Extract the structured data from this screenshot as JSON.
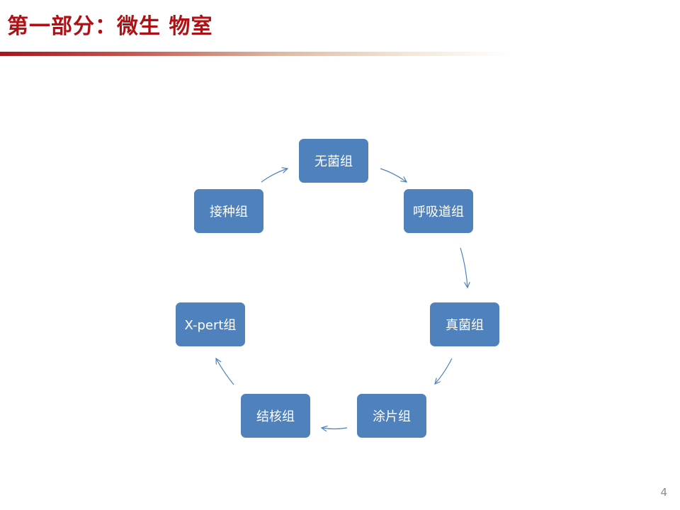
{
  "slide": {
    "title": "第一部分：微生 物室",
    "page_number": "4"
  },
  "diagram": {
    "type": "cycle",
    "nodes": [
      {
        "label": "无菌组"
      },
      {
        "label": "呼吸道组"
      },
      {
        "label": "真菌组"
      },
      {
        "label": "涂片组"
      },
      {
        "label": "结核组"
      },
      {
        "label": "X-pert组"
      },
      {
        "label": "接种组"
      }
    ],
    "edges": [
      {
        "from": "无菌组",
        "to": "呼吸道组"
      },
      {
        "from": "呼吸道组",
        "to": "真菌组"
      },
      {
        "from": "真菌组",
        "to": "涂片组"
      },
      {
        "from": "涂片组",
        "to": "结核组"
      },
      {
        "from": "结核组",
        "to": "X-pert组"
      },
      {
        "from": "接种组",
        "to": "无菌组"
      }
    ]
  },
  "colors": {
    "title": "#B00F14",
    "node_fill": "#4F81BD",
    "node_text": "#FFFFFF",
    "arrow": "#4F81BD"
  }
}
